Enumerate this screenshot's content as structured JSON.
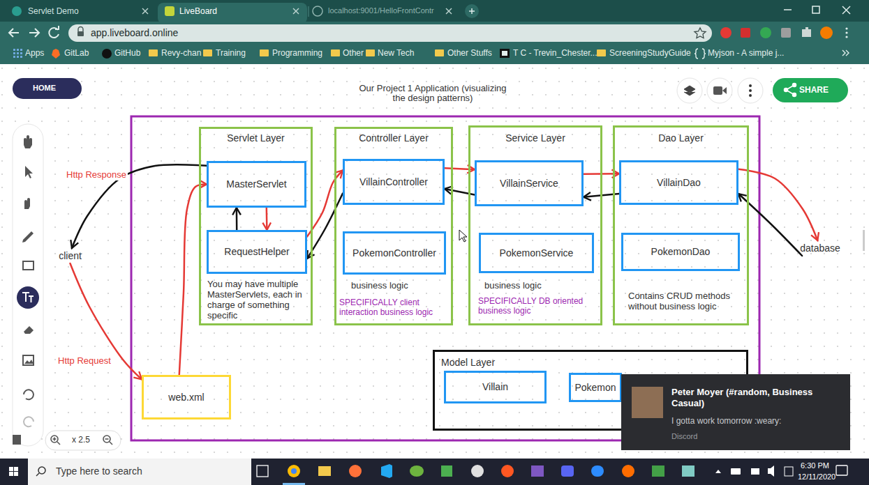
{
  "diagram": {
    "title": "Our Project 1 Application (visualizing the design patterns)",
    "nodes": [
      {
        "text": [
          "Servlet Layer",
          "You may have multiple MasterServlets, each in charge of something specific"
        ]
      },
      {
        "text": [
          "MasterServlet"
        ],
        "in": 0
      },
      {
        "text": [
          "RequestHelper"
        ],
        "in": 0
      },
      {
        "text": [
          "Controller Layer",
          "business logic",
          "SPECIFICALLY client interaction business logic"
        ]
      },
      {
        "text": [
          "VillainController"
        ],
        "in": 3
      },
      {
        "text": [
          "PokemonController"
        ],
        "in": 3
      },
      {
        "text": [
          "Service Layer",
          "business logic",
          "SPECIFICALLY DB oriented business logic"
        ]
      },
      {
        "text": [
          "VillainService"
        ],
        "in": 6
      },
      {
        "text": [
          "PokemonService"
        ],
        "in": 6
      },
      {
        "text": [
          "Dao Layer",
          "Contains CRUD methods without business logic"
        ]
      },
      {
        "text": [
          "VillainDao"
        ],
        "in": 9
      },
      {
        "text": [
          "PokemonDao"
        ],
        "in": 9
      },
      {
        "text": [
          "client"
        ]
      },
      {
        "text": [
          "database"
        ]
      },
      {
        "text": [
          "web.xml"
        ]
      },
      {
        "text": [
          "Model Layer"
        ]
      },
      {
        "text": [
          "Villain"
        ],
        "in": 15
      },
      {
        "text": [
          "Pokemon"
        ],
        "in": 15
      }
    ],
    "edges": [
      {
        "from": 12,
        "to": 14,
        "arrow": "to",
        "label": "Http Request"
      },
      {
        "from": 14,
        "to": 1,
        "arrow": "to"
      },
      {
        "from": 1,
        "to": 2,
        "arrow": "to"
      },
      {
        "from": 2,
        "to": 1,
        "arrow": "to"
      },
      {
        "from": 2,
        "to": 4,
        "arrow": "to"
      },
      {
        "from": 4,
        "to": 2,
        "arrow": "to"
      },
      {
        "from": 4,
        "to": 7,
        "arrow": "to"
      },
      {
        "from": 7,
        "to": 4,
        "arrow": "to"
      },
      {
        "from": 7,
        "to": 10,
        "arrow": "to"
      },
      {
        "from": 10,
        "to": 7,
        "arrow": "to"
      },
      {
        "from": 10,
        "to": 13,
        "arrow": "to"
      },
      {
        "from": 13,
        "to": 10,
        "arrow": "to"
      },
      {
        "from": 1,
        "to": 12,
        "arrow": "to",
        "label": "Http Response"
      }
    ],
    "labels": [
      "Servlet Demo",
      "LiveBoard",
      "localhost:9001/HelloFrontContr",
      "app.liveboard.online",
      "Apps",
      "GitLab",
      "GitHub",
      "Revy-chan",
      "Training",
      "Programming",
      "Other",
      "New Tech",
      "Other Stuffs",
      "T C - Trevin_Chester...",
      "ScreeningStudyGuide",
      "Myjson - A simple j...",
      "HOME",
      "SHARE",
      "x 2.5",
      "Type here to search",
      "6:30 PM",
      "12/11/2020",
      "Peter Moyer (#random, Business Casual)",
      "I gotta work tomorrow :weary:",
      "Discord"
    ]
  }
}
